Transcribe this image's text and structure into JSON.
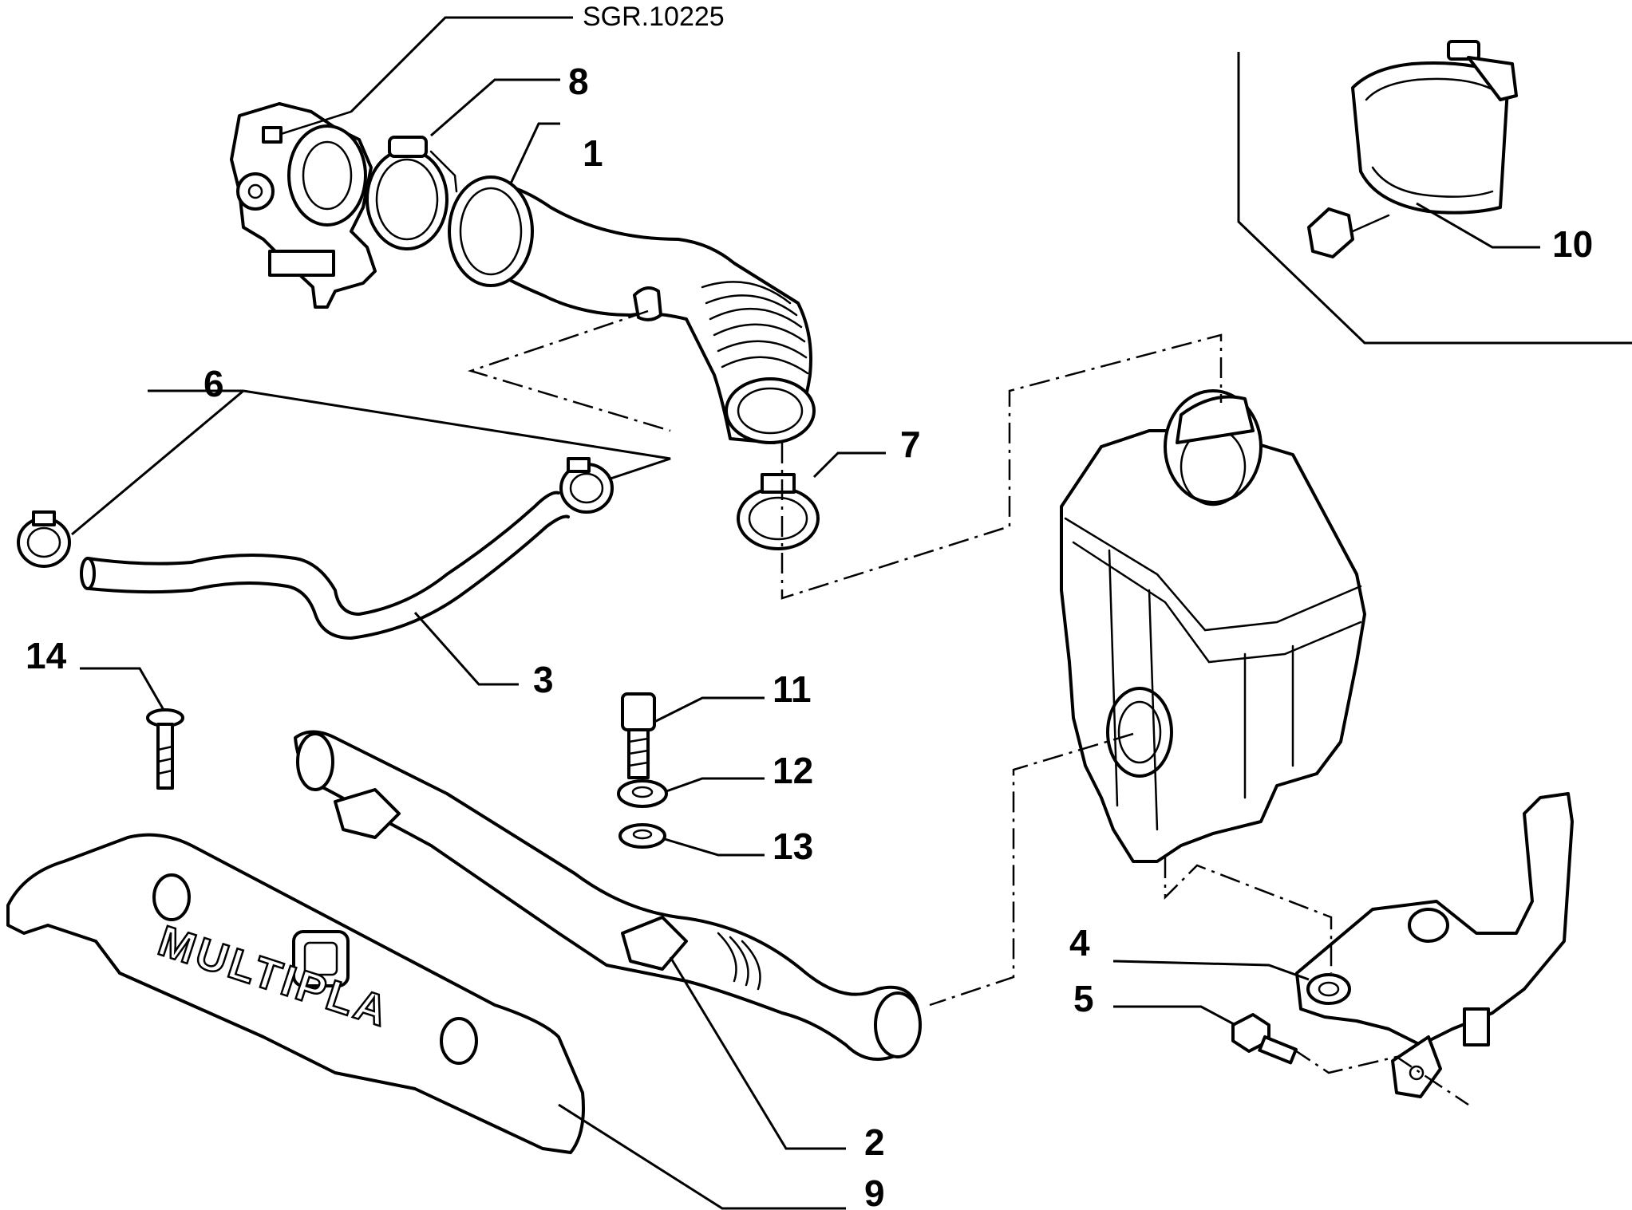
{
  "reference_code": "SGR.10225",
  "callouts": {
    "c1": "1",
    "c2": "2",
    "c3": "3",
    "c4": "4",
    "c5": "5",
    "c6": "6",
    "c7": "7",
    "c8": "8",
    "c9": "9",
    "c10": "10",
    "c11": "11",
    "c12": "12",
    "c13": "13",
    "c14": "14"
  },
  "cover_text": "MULTIPLA",
  "colors": {
    "ink": "#000000",
    "paper": "#ffffff"
  }
}
